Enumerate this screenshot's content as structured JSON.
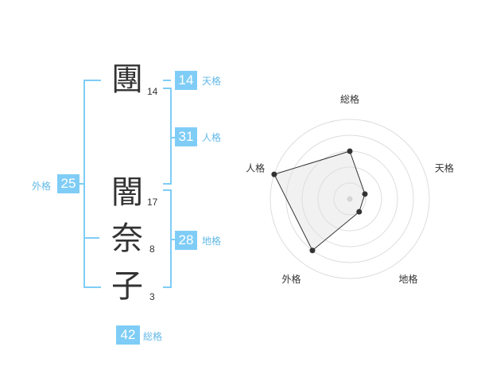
{
  "name": {
    "characters": [
      {
        "char": "團",
        "strokes": "14"
      },
      {
        "char": "闇",
        "strokes": "17"
      },
      {
        "char": "奈",
        "strokes": "8"
      },
      {
        "char": "子",
        "strokes": "3"
      }
    ]
  },
  "kakusu": {
    "tenkaku": {
      "value": "14",
      "label": "天格"
    },
    "jinkaku": {
      "value": "31",
      "label": "人格"
    },
    "chikaku": {
      "value": "28",
      "label": "地格"
    },
    "gaikaku": {
      "value": "25",
      "label": "外格"
    },
    "soukaku": {
      "value": "42",
      "label": "総格"
    }
  },
  "colors": {
    "accent": "#7fcdf6",
    "label": "#63b9e8",
    "fill": "#f2f2f2"
  },
  "chart_data": {
    "type": "radar",
    "axes": [
      "総格",
      "天格",
      "地格",
      "外格",
      "人格"
    ],
    "values": [
      3,
      1,
      1,
      4,
      5
    ],
    "scale_max": 5,
    "rings": 5,
    "grid": true
  }
}
